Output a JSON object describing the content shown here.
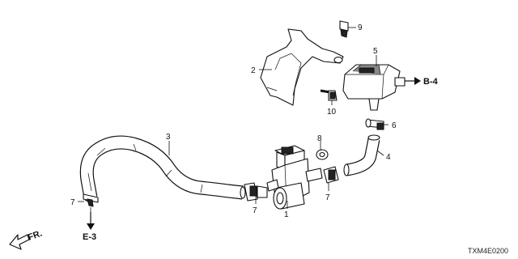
{
  "diagram": {
    "callouts": [
      "1",
      "2",
      "3",
      "4",
      "5",
      "6",
      "7",
      "7",
      "7",
      "8",
      "9",
      "10"
    ],
    "refs": [
      "B-4",
      "E-3"
    ],
    "front_label": "FR.",
    "code": "TXM4E0200"
  }
}
